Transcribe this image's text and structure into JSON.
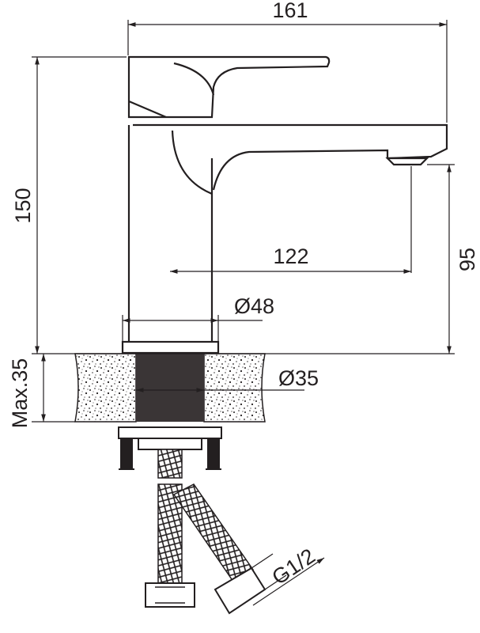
{
  "dimensions": {
    "overall_length": "161",
    "overall_height": "150",
    "spout_reach": "122",
    "spout_height": "95",
    "base_diameter": "Ø48",
    "hole_diameter": "Ø35",
    "max_counter_thickness": "Max.35",
    "connection_thread": "G1/2"
  },
  "colors": {
    "line": "#231f20",
    "background": "#ffffff"
  }
}
